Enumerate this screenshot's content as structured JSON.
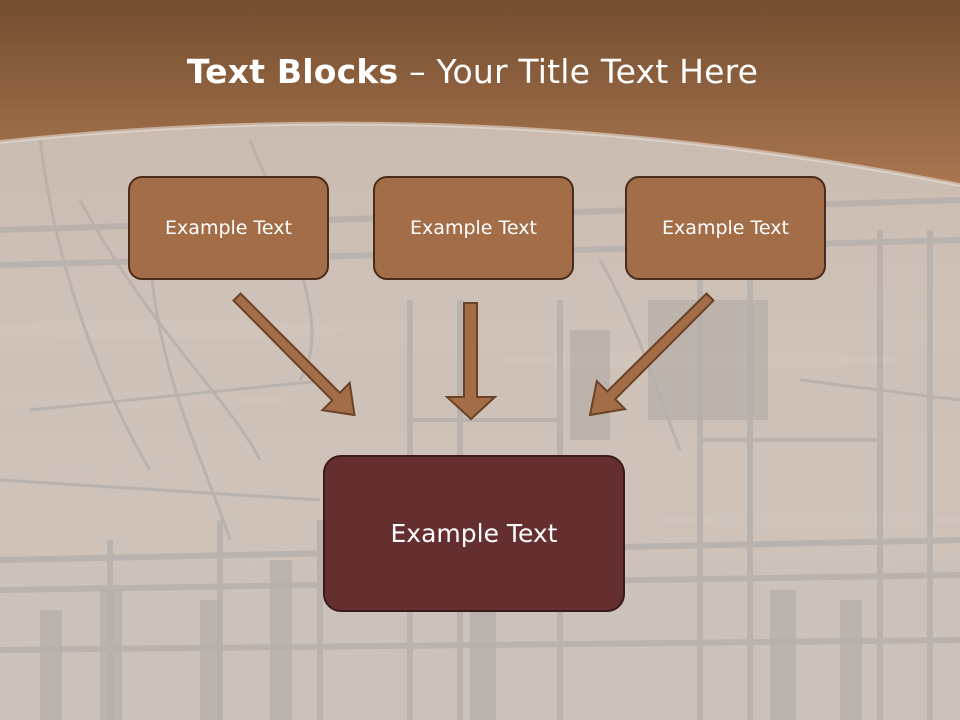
{
  "slide": {
    "title_bold": "Text Blocks",
    "title_dash": "–",
    "title_rest": "Your Title Text Here",
    "box_top_left": "Example Text",
    "box_top_center": "Example Text",
    "box_top_right": "Example Text",
    "box_bottom": "Example Text"
  },
  "colors": {
    "header_brown": "#a26d47",
    "box_fill": "#a26d47",
    "box_border": "#4a2c1c",
    "bottom_box_fill": "#652e2f",
    "arrow_fill": "#a26d47"
  }
}
